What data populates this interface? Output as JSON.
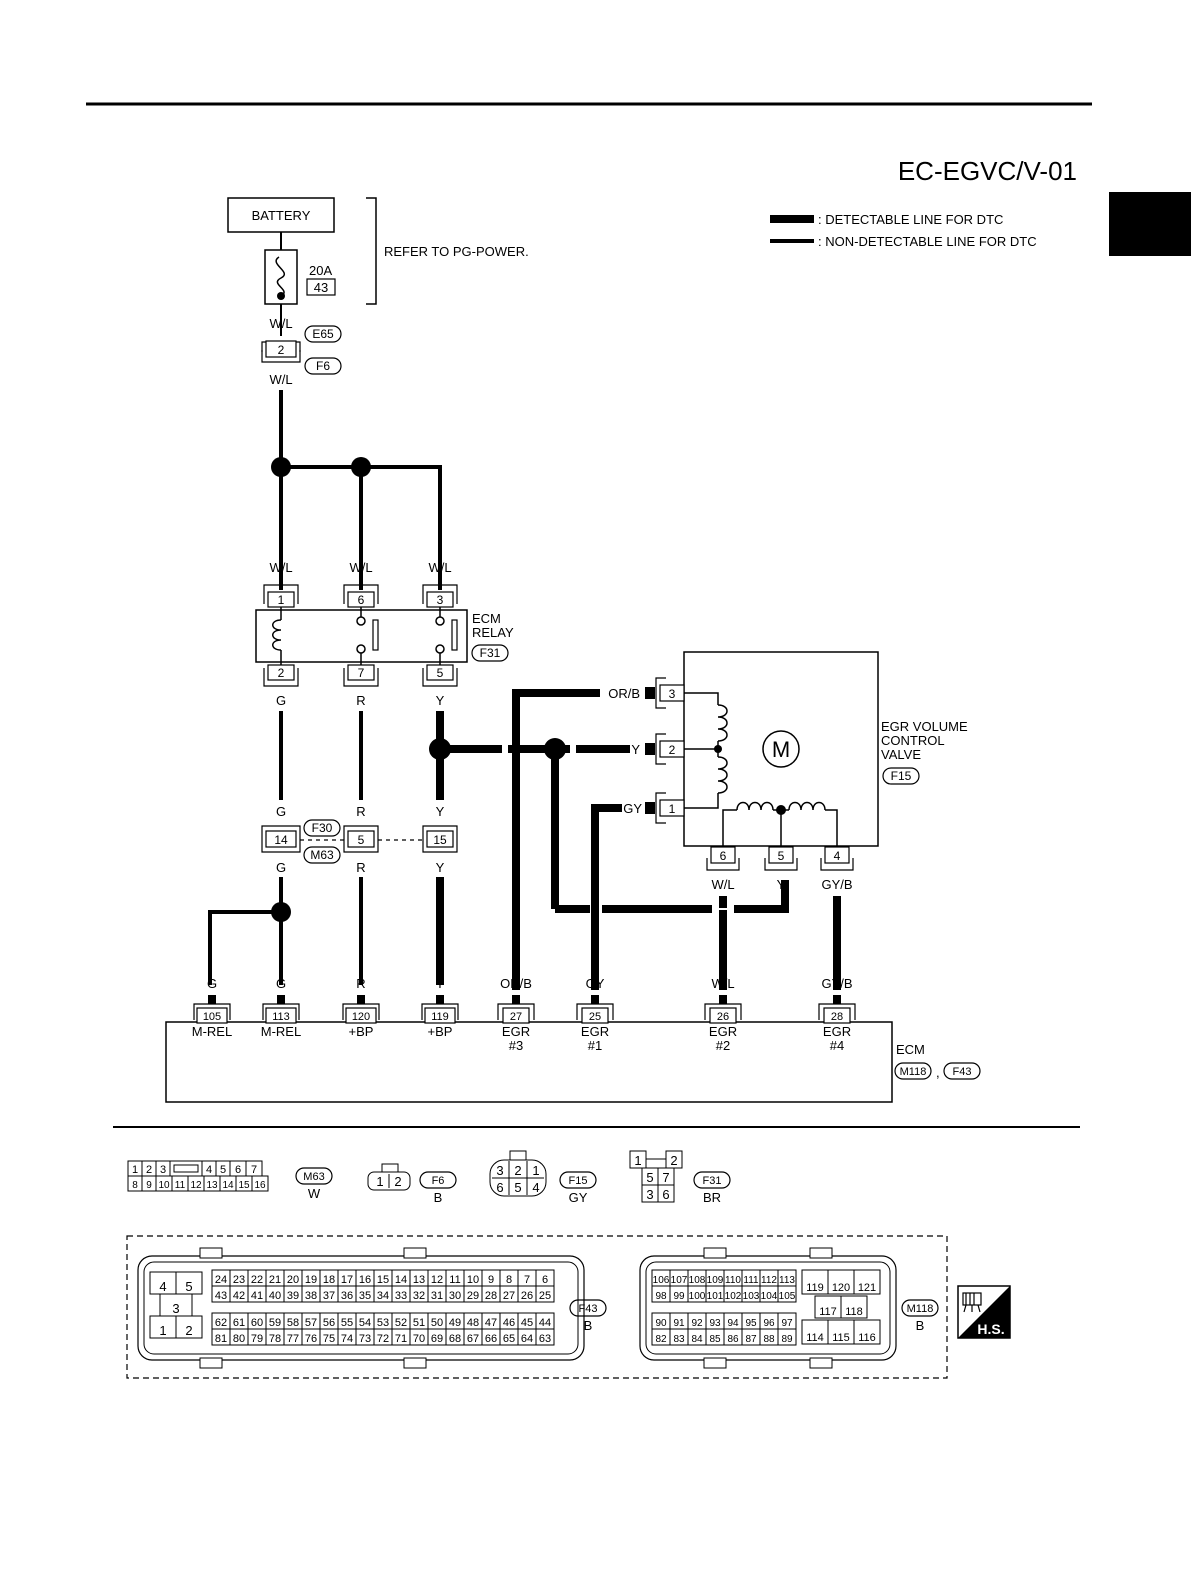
{
  "page_code": "EC-EGVC/V-01",
  "legend": {
    "detectable": ": DETECTABLE LINE FOR DTC",
    "non_detectable": ": NON-DETECTABLE LINE FOR DTC"
  },
  "battery": {
    "label": "BATTERY",
    "fuse_rating": "20A",
    "fuse_no": "43",
    "refer": "REFER TO PG-POWER."
  },
  "connector_e65_f6": {
    "pin": "2",
    "conn_top": "E65",
    "conn_bottom": "F6",
    "wire_top": "W/L",
    "wire_bottom": "W/L"
  },
  "ecm_relay": {
    "title1": "ECM",
    "title2": "RELAY",
    "conn": "F31",
    "top_pins": [
      "1",
      "6",
      "3"
    ],
    "top_wires": [
      "W/L",
      "W/L",
      "W/L"
    ],
    "bottom_pins": [
      "2",
      "7",
      "5"
    ],
    "bottom_wires": [
      "G",
      "R",
      "Y"
    ]
  },
  "joint_f30_m63": {
    "conn_top": "F30",
    "conn_bottom": "M63",
    "pins": [
      "14",
      "5",
      "15"
    ],
    "wires_top": [
      "G",
      "R",
      "Y"
    ],
    "wires_bottom": [
      "G",
      "R",
      "Y"
    ]
  },
  "egr_valve": {
    "title1": "EGR VOLUME",
    "title2": "CONTROL",
    "title3": "VALVE",
    "conn": "F15",
    "motor": "M",
    "left_pins": [
      "3",
      "2",
      "1"
    ],
    "left_wires": [
      "OR/B",
      "Y",
      "GY"
    ],
    "bottom_pins": [
      "6",
      "5",
      "4"
    ],
    "bottom_wires": [
      "W/L",
      "Y",
      "GY/B"
    ]
  },
  "ecm": {
    "title": "ECM",
    "conn1": "M118",
    "conn2": "F43",
    "sep": ",",
    "pins": [
      {
        "no": "105",
        "wire": "G",
        "name1": "M-REL",
        "name2": ""
      },
      {
        "no": "113",
        "wire": "G",
        "name1": "M-REL",
        "name2": ""
      },
      {
        "no": "120",
        "wire": "R",
        "name1": "+BP",
        "name2": ""
      },
      {
        "no": "119",
        "wire": "Y",
        "name1": "+BP",
        "name2": ""
      },
      {
        "no": "27",
        "wire": "OR/B",
        "name1": "EGR",
        "name2": "#3"
      },
      {
        "no": "25",
        "wire": "GY",
        "name1": "EGR",
        "name2": "#1"
      },
      {
        "no": "26",
        "wire": "W/L",
        "name1": "EGR",
        "name2": "#2"
      },
      {
        "no": "28",
        "wire": "GY/B",
        "name1": "EGR",
        "name2": "#4"
      }
    ]
  },
  "connector_views": {
    "m63": {
      "row1": [
        "1",
        "2",
        "3",
        "",
        "4",
        "5",
        "6",
        "7"
      ],
      "row2": [
        "8",
        "9",
        "10",
        "11",
        "12",
        "13",
        "14",
        "15",
        "16"
      ],
      "conn": "M63",
      "color": "W"
    },
    "f6": {
      "pins": [
        "1",
        "2"
      ],
      "conn": "F6",
      "color": "B"
    },
    "f15": {
      "row1": [
        "3",
        "2",
        "1"
      ],
      "row2": [
        "6",
        "5",
        "4"
      ],
      "conn": "F15",
      "color": "GY"
    },
    "f31": {
      "pins": [
        "1",
        "2",
        "5",
        "7",
        "3",
        "6"
      ],
      "conn": "F31",
      "color": "BR"
    },
    "f43": {
      "left": [
        "4",
        "5",
        "3",
        "1",
        "2"
      ],
      "row1": [
        "24",
        "23",
        "22",
        "21",
        "20",
        "19",
        "18",
        "17",
        "16",
        "15",
        "14",
        "13",
        "12",
        "11",
        "10",
        "9",
        "8",
        "7",
        "6"
      ],
      "row2": [
        "43",
        "42",
        "41",
        "40",
        "39",
        "38",
        "37",
        "36",
        "35",
        "34",
        "33",
        "32",
        "31",
        "30",
        "29",
        "28",
        "27",
        "26",
        "25"
      ],
      "row3": [
        "62",
        "61",
        "60",
        "59",
        "58",
        "57",
        "56",
        "55",
        "54",
        "53",
        "52",
        "51",
        "50",
        "49",
        "48",
        "47",
        "46",
        "45",
        "44"
      ],
      "row4": [
        "81",
        "80",
        "79",
        "78",
        "77",
        "76",
        "75",
        "74",
        "73",
        "72",
        "71",
        "70",
        "69",
        "68",
        "67",
        "66",
        "65",
        "64",
        "63"
      ],
      "conn": "F43",
      "color": "B"
    },
    "m118": {
      "row1": [
        "106",
        "107",
        "108",
        "109",
        "110",
        "111",
        "112",
        "113"
      ],
      "row2": [
        "98",
        "99",
        "100",
        "101",
        "102",
        "103",
        "104",
        "105"
      ],
      "row3": [
        "90",
        "91",
        "92",
        "93",
        "94",
        "95",
        "96",
        "97"
      ],
      "row4": [
        "82",
        "83",
        "84",
        "85",
        "86",
        "87",
        "88",
        "89"
      ],
      "right_top": [
        "119",
        "120",
        "121"
      ],
      "right_mid": [
        "117",
        "118"
      ],
      "right_bot": [
        "114",
        "115",
        "116"
      ],
      "conn": "M118",
      "color": "B"
    },
    "hs_badge": "H.S."
  }
}
